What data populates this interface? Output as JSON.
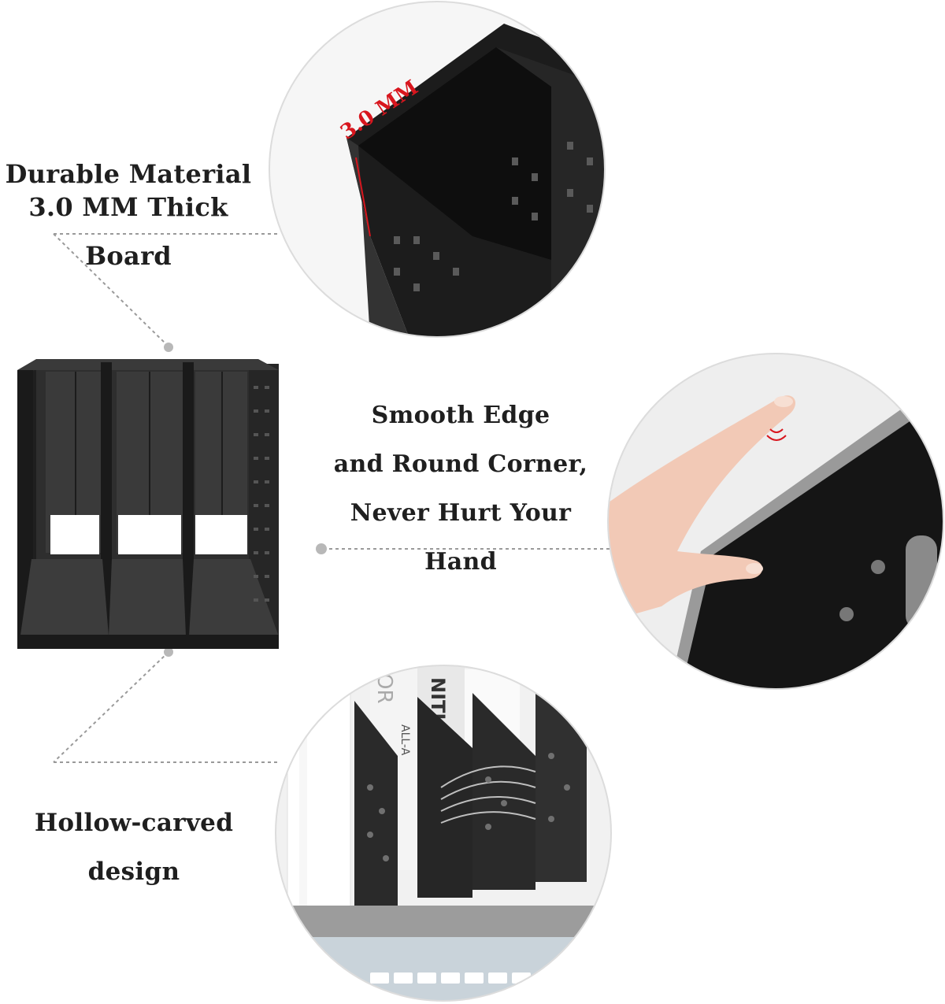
{
  "callouts": {
    "material": {
      "line1": "Durable Material",
      "line2": "3.0 MM Thick Board"
    },
    "edge": {
      "line1": "Smooth Edge",
      "line2": "and Round Corner,",
      "line3": "Never Hurt Your Hand"
    },
    "hollow": {
      "line1": "Hollow-carved",
      "line2": "design"
    }
  },
  "detail_images": {
    "thickness_label": "3.0 MM",
    "book_text_1": "NITURE",
    "book_text_2": "ALL-A",
    "book_text_3": "OR"
  },
  "colors": {
    "product": "#2a2a2a",
    "accent_red": "#d8161e",
    "connector": "#9a9a9a",
    "dot": "#b8b8b8"
  }
}
